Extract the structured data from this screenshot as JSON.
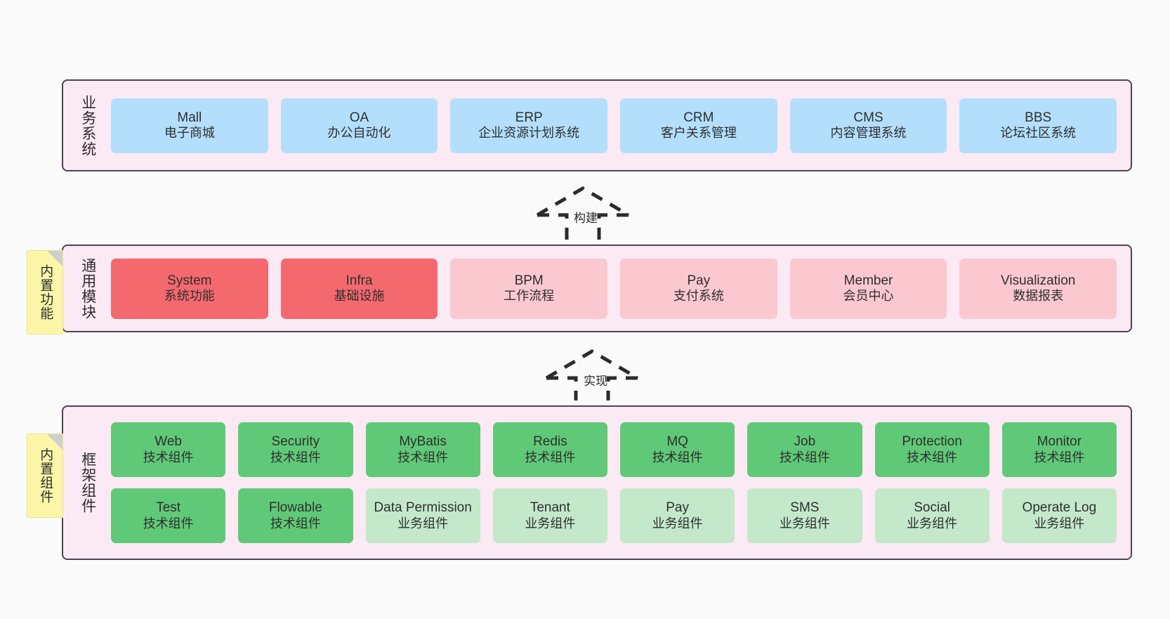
{
  "diagram": {
    "background_color": "#fafafa",
    "layer_fill": "#fbe9f4",
    "layer_border": "#4d4352",
    "note_fill": "#fcf7a8",
    "colors": {
      "blue": "#b3dffc",
      "red": "#f4696e",
      "pink": "#fbc8d0",
      "green": "#60c978",
      "light_green": "#c3e9ca"
    }
  },
  "layers": [
    {
      "id": "business-system",
      "title": "业务系统",
      "rows": [
        {
          "nodes": [
            {
              "en": "Mall",
              "cn": "电子商城",
              "color": "blue"
            },
            {
              "en": "OA",
              "cn": "办公自动化",
              "color": "blue"
            },
            {
              "en": "ERP",
              "cn": "企业资源计划系统",
              "color": "blue"
            },
            {
              "en": "CRM",
              "cn": "客户关系管理",
              "color": "blue"
            },
            {
              "en": "CMS",
              "cn": "内容管理系统",
              "color": "blue"
            },
            {
              "en": "BBS",
              "cn": "论坛社区系统",
              "color": "blue"
            }
          ]
        }
      ]
    },
    {
      "id": "common-module",
      "title": "通用模块",
      "note": "内置功能",
      "rows": [
        {
          "nodes": [
            {
              "en": "System",
              "cn": "系统功能",
              "color": "red"
            },
            {
              "en": "Infra",
              "cn": "基础设施",
              "color": "red"
            },
            {
              "en": "BPM",
              "cn": "工作流程",
              "color": "pink"
            },
            {
              "en": "Pay",
              "cn": "支付系统",
              "color": "pink"
            },
            {
              "en": "Member",
              "cn": "会员中心",
              "color": "pink"
            },
            {
              "en": "Visualization",
              "cn": "数据报表",
              "color": "pink"
            }
          ]
        }
      ]
    },
    {
      "id": "framework-component",
      "title": "框架组件",
      "note": "内置组件",
      "rows": [
        {
          "nodes": [
            {
              "en": "Web",
              "cn": "技术组件",
              "color": "green"
            },
            {
              "en": "Security",
              "cn": "技术组件",
              "color": "green"
            },
            {
              "en": "MyBatis",
              "cn": "技术组件",
              "color": "green"
            },
            {
              "en": "Redis",
              "cn": "技术组件",
              "color": "green"
            },
            {
              "en": "MQ",
              "cn": "技术组件",
              "color": "green"
            },
            {
              "en": "Job",
              "cn": "技术组件",
              "color": "green"
            },
            {
              "en": "Protection",
              "cn": "技术组件",
              "color": "green"
            },
            {
              "en": "Monitor",
              "cn": "技术组件",
              "color": "green"
            }
          ]
        },
        {
          "nodes": [
            {
              "en": "Test",
              "cn": "技术组件",
              "color": "green"
            },
            {
              "en": "Flowable",
              "cn": "技术组件",
              "color": "green"
            },
            {
              "en": "Data Permission",
              "cn": "业务组件",
              "color": "light_green"
            },
            {
              "en": "Tenant",
              "cn": "业务组件",
              "color": "light_green"
            },
            {
              "en": "Pay",
              "cn": "业务组件",
              "color": "light_green"
            },
            {
              "en": "SMS",
              "cn": "业务组件",
              "color": "light_green"
            },
            {
              "en": "Social",
              "cn": "业务组件",
              "color": "light_green"
            },
            {
              "en": "Operate Log",
              "cn": "业务组件",
              "color": "light_green"
            }
          ]
        }
      ]
    }
  ],
  "connectors": [
    {
      "id": "build",
      "label": "构建",
      "from": "common-module",
      "to": "business-system"
    },
    {
      "id": "implement",
      "label": "实现",
      "from": "framework-component",
      "to": "common-module"
    }
  ]
}
